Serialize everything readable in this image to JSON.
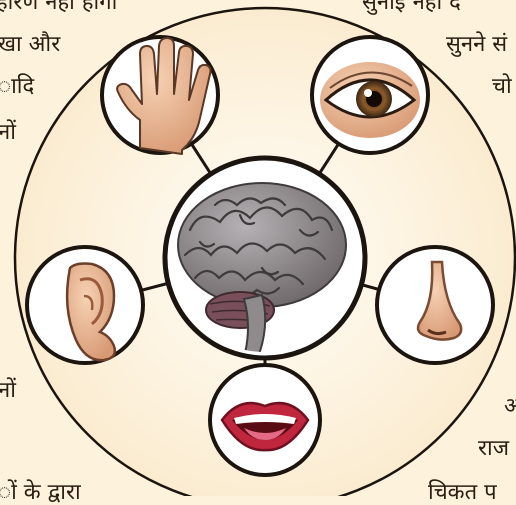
{
  "text_fragments": {
    "left": [
      "हारण नहीं होगा",
      "खा और",
      "ादि",
      "नों",
      "नों",
      "ों के द्वारा"
    ],
    "right": [
      "सुनाई नहीं दे",
      "सुनने सं",
      "चो",
      "अ",
      "राज",
      "चिकत प"
    ]
  },
  "diagram": {
    "center": "brain-icon",
    "senses": [
      "hand-icon",
      "eye-icon",
      "nose-icon",
      "mouth-icon",
      "ear-icon"
    ],
    "colors": {
      "outer_circle": "#fffaf1",
      "ring_stroke": "#1c140e",
      "skin": "#e9b792",
      "brain": "#8f8a8c",
      "lips": "#c0263e"
    }
  }
}
